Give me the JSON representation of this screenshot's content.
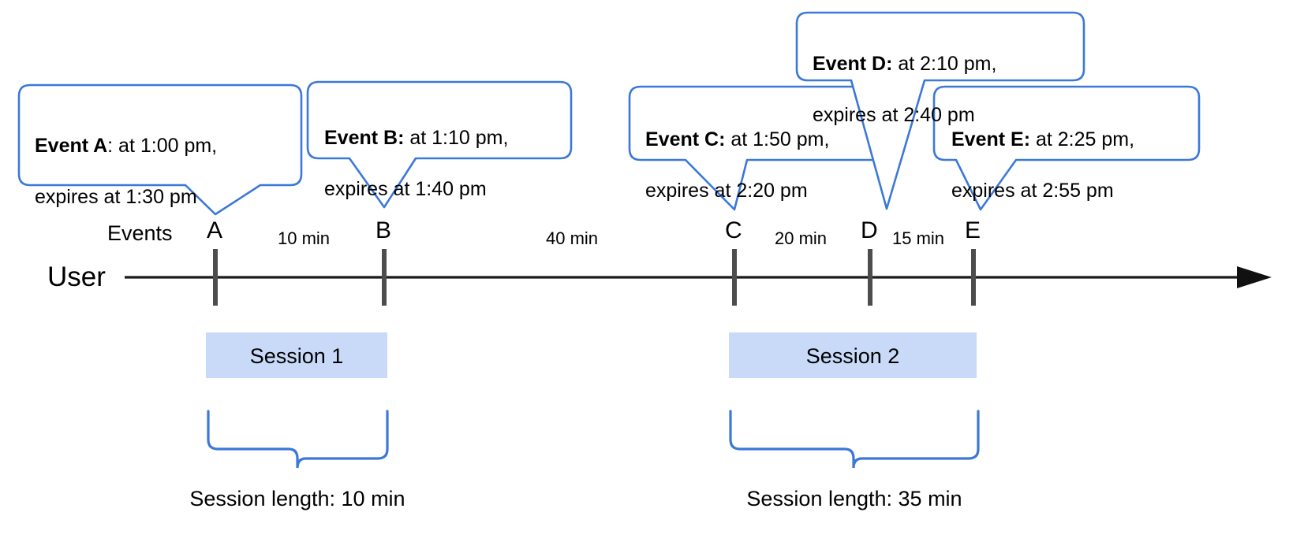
{
  "diagram": {
    "title_row_label": "Events",
    "actor_label": "User",
    "axis": {
      "arrow_direction": "right",
      "line_color": "#1a1a1a",
      "tick_color": "#4d4d4d"
    },
    "accent_color": "#3c78d8",
    "session_bar_color": "#c9daf8",
    "events": [
      {
        "key": "A",
        "tick_label": "A",
        "bold": "Event A",
        "rest": ": at 1:00 pm,",
        "line2": "expires at 1:30 pm",
        "at": "1:00 pm",
        "expires": "1:30 pm"
      },
      {
        "key": "B",
        "tick_label": "B",
        "bold": "Event B:",
        "rest": " at 1:10 pm,",
        "line2": "expires at 1:40 pm",
        "at": "1:10 pm",
        "expires": "1:40 pm"
      },
      {
        "key": "C",
        "tick_label": "C",
        "bold": "Event C:",
        "rest": " at 1:50 pm,",
        "line2": "expires at 2:20 pm",
        "at": "1:50 pm",
        "expires": "2:20 pm"
      },
      {
        "key": "D",
        "tick_label": "D",
        "bold": "Event D:",
        "rest": " at 2:10 pm,",
        "line2": "expires at 2:40 pm",
        "at": "2:10 pm",
        "expires": "2:40 pm"
      },
      {
        "key": "E",
        "tick_label": "E",
        "bold": "Event E:",
        "rest": " at 2:25 pm,",
        "line2": "expires at 2:55 pm",
        "at": "2:25 pm",
        "expires": "2:55 pm"
      }
    ],
    "gaps": [
      {
        "label": "10 min",
        "from": "A",
        "to": "B"
      },
      {
        "label": "40 min",
        "from": "B",
        "to": "C"
      },
      {
        "label": "20 min",
        "from": "C",
        "to": "D"
      },
      {
        "label": "15 min",
        "from": "D",
        "to": "E"
      }
    ],
    "sessions": [
      {
        "name": "Session 1",
        "length_label": "Session length: 10 min",
        "length_min": 10
      },
      {
        "name": "Session 2",
        "length_label": "Session length: 35 min",
        "length_min": 35
      }
    ]
  }
}
